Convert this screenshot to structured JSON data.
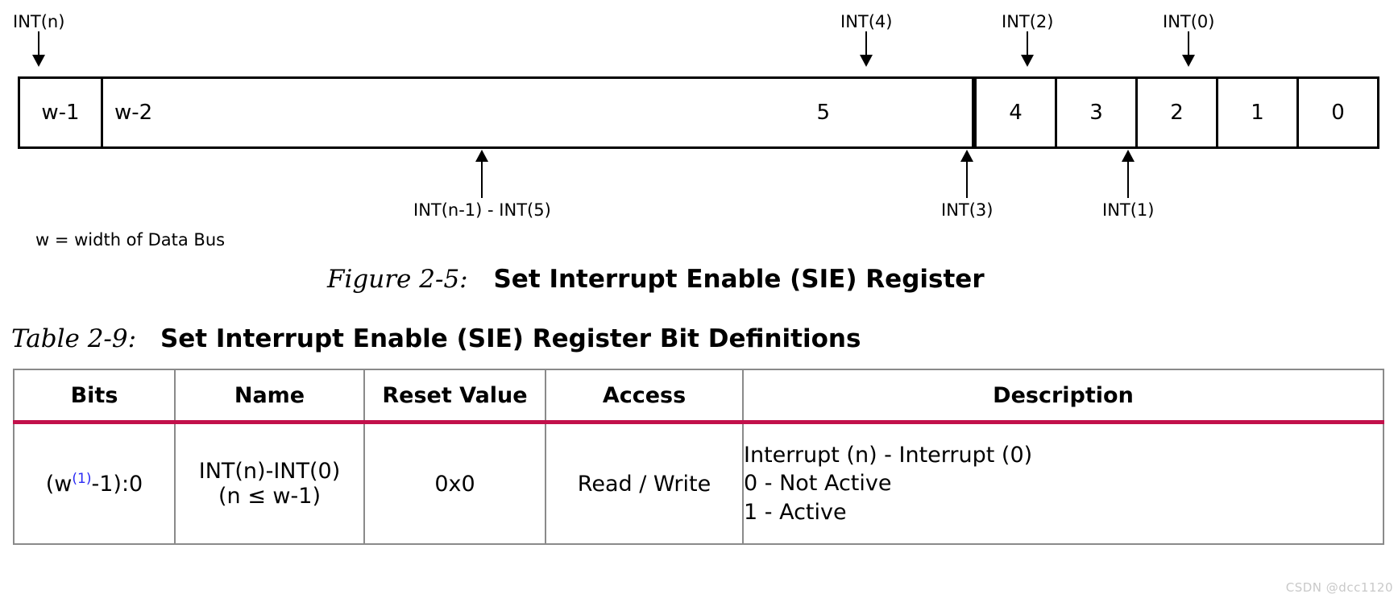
{
  "figure": {
    "bus_note": "w = width of Data Bus",
    "cells": [
      {
        "label": "w-1"
      },
      {
        "label": "w-2"
      },
      {
        "label": "5"
      },
      {
        "label": "4"
      },
      {
        "label": "3"
      },
      {
        "label": "2"
      },
      {
        "label": "1"
      },
      {
        "label": "0"
      }
    ],
    "callouts_top": [
      {
        "label": "INT(n)"
      },
      {
        "label": "INT(4)"
      },
      {
        "label": "INT(2)"
      },
      {
        "label": "INT(0)"
      }
    ],
    "callouts_bottom": [
      {
        "label": "INT(n-1) - INT(5)"
      },
      {
        "label": "INT(3)"
      },
      {
        "label": "INT(1)"
      }
    ],
    "caption_id": "Figure 2-5:",
    "caption_title": "Set Interrupt Enable (SIE) Register"
  },
  "table": {
    "caption_id": "Table 2-9:",
    "caption_title": "Set Interrupt Enable (SIE) Register Bit Definitions",
    "headers": [
      "Bits",
      "Name",
      "Reset Value",
      "Access",
      "Description"
    ],
    "row": {
      "bits_prefix": "(w",
      "bits_footnote": "(1)",
      "bits_suffix": "-1):0",
      "name_line1": "INT(n)-INT(0)",
      "name_line2": "(n ≤ w-1)",
      "reset_value": "0x0",
      "access": "Read / Write",
      "description_lines": [
        "Interrupt (n) - Interrupt (0)",
        "0 - Not Active",
        "1 - Active"
      ]
    },
    "divider_color": "#C2114B"
  },
  "watermark": "CSDN @dcc1120"
}
